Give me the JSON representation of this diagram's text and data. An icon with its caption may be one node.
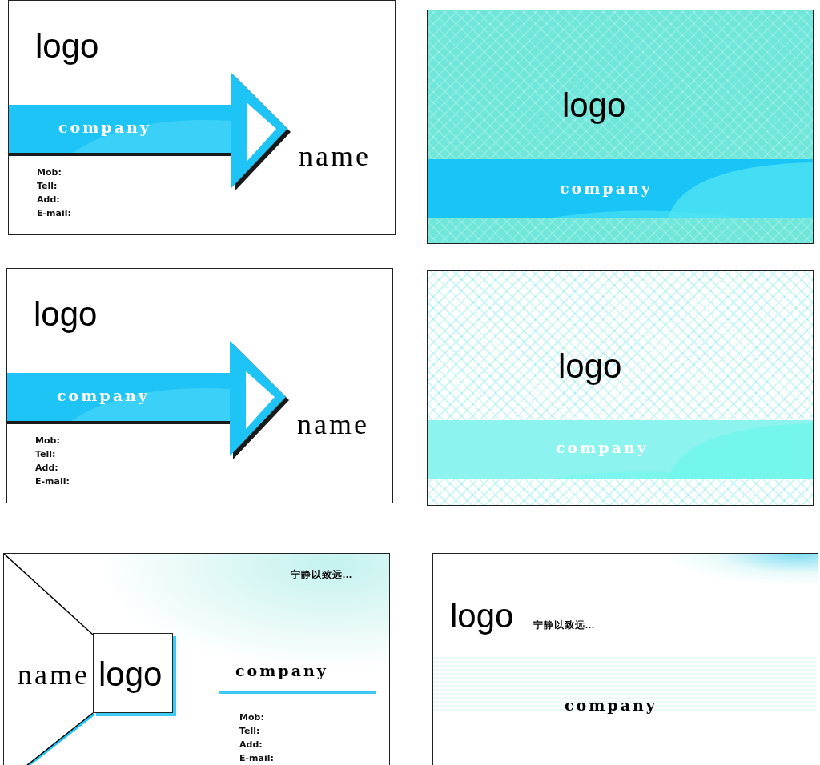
{
  "diagram": {
    "nodes": [
      {
        "text": [
          "logo",
          "name",
          "Mob:",
          "Tell:",
          "Add:",
          "E-mail:"
        ]
      },
      {
        "text": [
          "company"
        ],
        "in": 0
      },
      {
        "text": [
          "logo"
        ]
      },
      {
        "text": [
          "company"
        ],
        "in": 2
      },
      {
        "text": [
          "logo",
          "name",
          "Mob:",
          "Tell:",
          "Add:",
          "E-mail:"
        ]
      },
      {
        "text": [
          "company"
        ],
        "in": 4
      },
      {
        "text": [
          "logo"
        ]
      },
      {
        "text": [
          "company"
        ],
        "in": 6
      },
      {
        "text": [
          "宁静以致远...",
          "name",
          "company",
          "Mob:",
          "Tell:",
          "Add:",
          "E-mail:"
        ]
      },
      {
        "text": [
          "logo"
        ],
        "in": 8
      },
      {
        "text": [
          "logo",
          "宁静以致远...",
          "company"
        ]
      }
    ],
    "edges": []
  }
}
